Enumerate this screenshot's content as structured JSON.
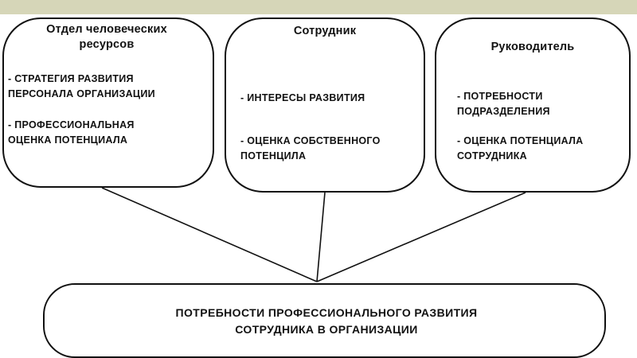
{
  "boxes": {
    "hr": {
      "title": "Отдел человеческих\nресурсов",
      "items": [
        "- СТРАТЕГИЯ РАЗВИТИЯ\n  ПЕРСОНАЛА ОРГАНИЗАЦИИ",
        "- ПРОФЕССИОНАЛЬНАЯ\n  ОЦЕНКА  ПОТЕНЦИАЛА"
      ]
    },
    "employee": {
      "title": "Сотрудник",
      "items": [
        "- ИНТЕРЕСЫ  РАЗВИТИЯ",
        "- ОЦЕНКА СОБСТВЕННОГО\n  ПОТЕНЦИЛА"
      ]
    },
    "manager": {
      "title": "Руководитель",
      "items": [
        "- ПОТРЕБНОСТИ\n  ПОДРАЗДЕЛЕНИЯ",
        "- ОЦЕНКА ПОТЕНЦИАЛА\n  СОТРУДНИКА"
      ]
    },
    "needs": {
      "text": "ПОТРЕБНОСТИ ПРОФЕССИОНАЛЬНОГО РАЗВИТИЯ\nСОТРУДНИКА В ОРГАНИЗАЦИИ"
    }
  },
  "colors": {
    "top_band": "#d6d6b8",
    "stroke": "#111111"
  }
}
